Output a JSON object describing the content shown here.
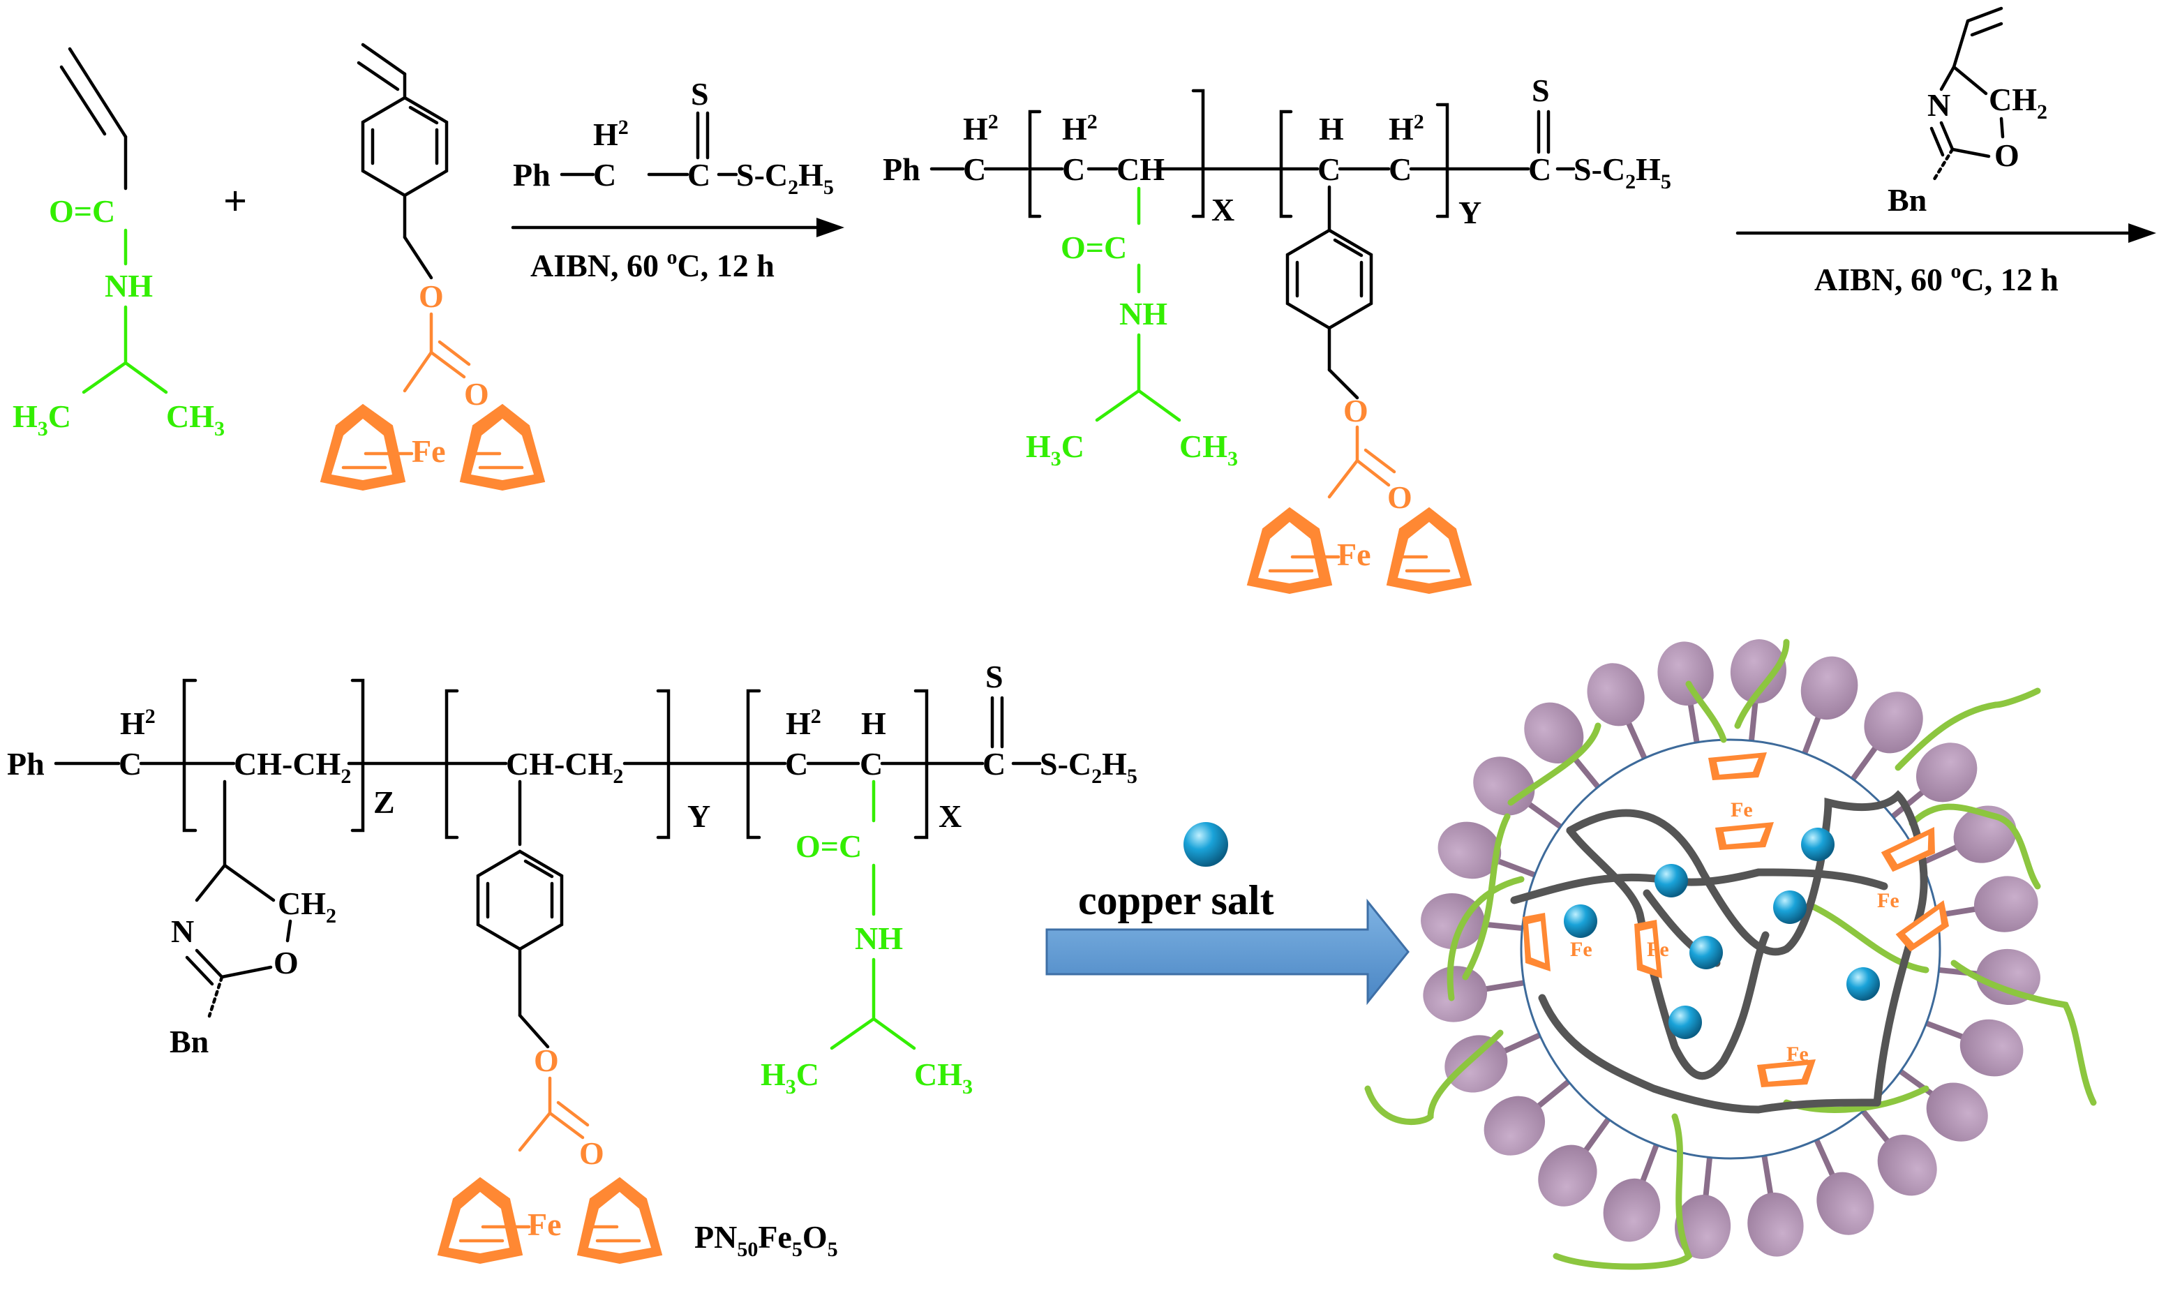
{
  "labels": {
    "ph": "Ph",
    "c": "C",
    "ch": "CH",
    "h": "H",
    "h2": "H",
    "two": "2",
    "s": "S",
    "s_et": "S-C",
    "s_et_sub": "2",
    "s_et_h": "H",
    "s_et_sub2": "5",
    "o": "O",
    "n": "N",
    "nh": "NH",
    "c_eq_o": "O=C",
    "h3c": "H",
    "h3c_sub": "3",
    "h3c_c": "C",
    "ch3": "CH",
    "ch3_sub": "3",
    "fe": "Fe",
    "bn": "Bn",
    "ch2": "CH",
    "ch2_sub": "2",
    "ch_ch2": "CH-CH",
    "ch_ch2_sub": "2",
    "x": "X",
    "y": "Y",
    "z": "Z",
    "plus": "+"
  },
  "conditions": {
    "step1": "AIBN, 60 ",
    "step1_sup": "o",
    "step1_rest": "C, 12 h",
    "step2": "AIBN, 60 ",
    "step2_sup": "o",
    "step2_rest": "C, 12 h"
  },
  "reagent": {
    "label": "copper salt"
  },
  "product": {
    "name_a": "PN",
    "sub_a": "50",
    "name_b": "Fe",
    "sub_b": "5",
    "name_c": "O",
    "sub_c": "5"
  },
  "colors": {
    "nipam": "#33ee00",
    "ferrocene": "#ff8833",
    "backbone": "#000000",
    "arrow_fill": "#5b9bd5",
    "copper_ion": "#1aa3d9",
    "micelle_bead": "#b08fb0",
    "micelle_stem": "#8a6e8a",
    "pnipam_chain": "#8cc63f",
    "core_chain": "#555555"
  }
}
